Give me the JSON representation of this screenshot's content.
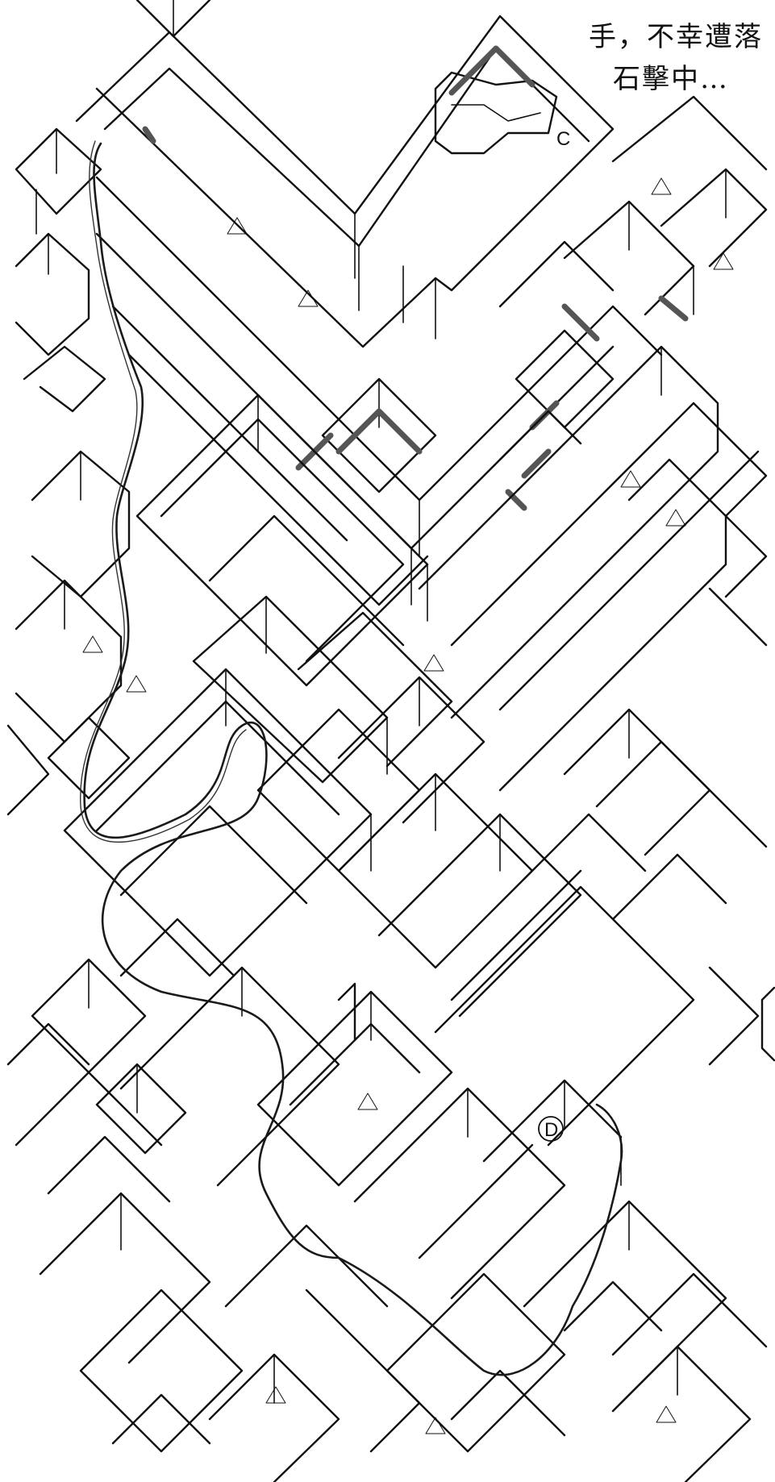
{
  "caption": {
    "line1": "手，不幸遭落",
    "line2": "石擊中…"
  },
  "points": {
    "c": "C",
    "d": "D"
  },
  "legend": {
    "trap_icon": "triangle-marker-icon",
    "route_icon": "path-line-icon"
  },
  "colors": {
    "ink": "#111111",
    "door_fill": "#555555",
    "paper": "#ffffff"
  }
}
